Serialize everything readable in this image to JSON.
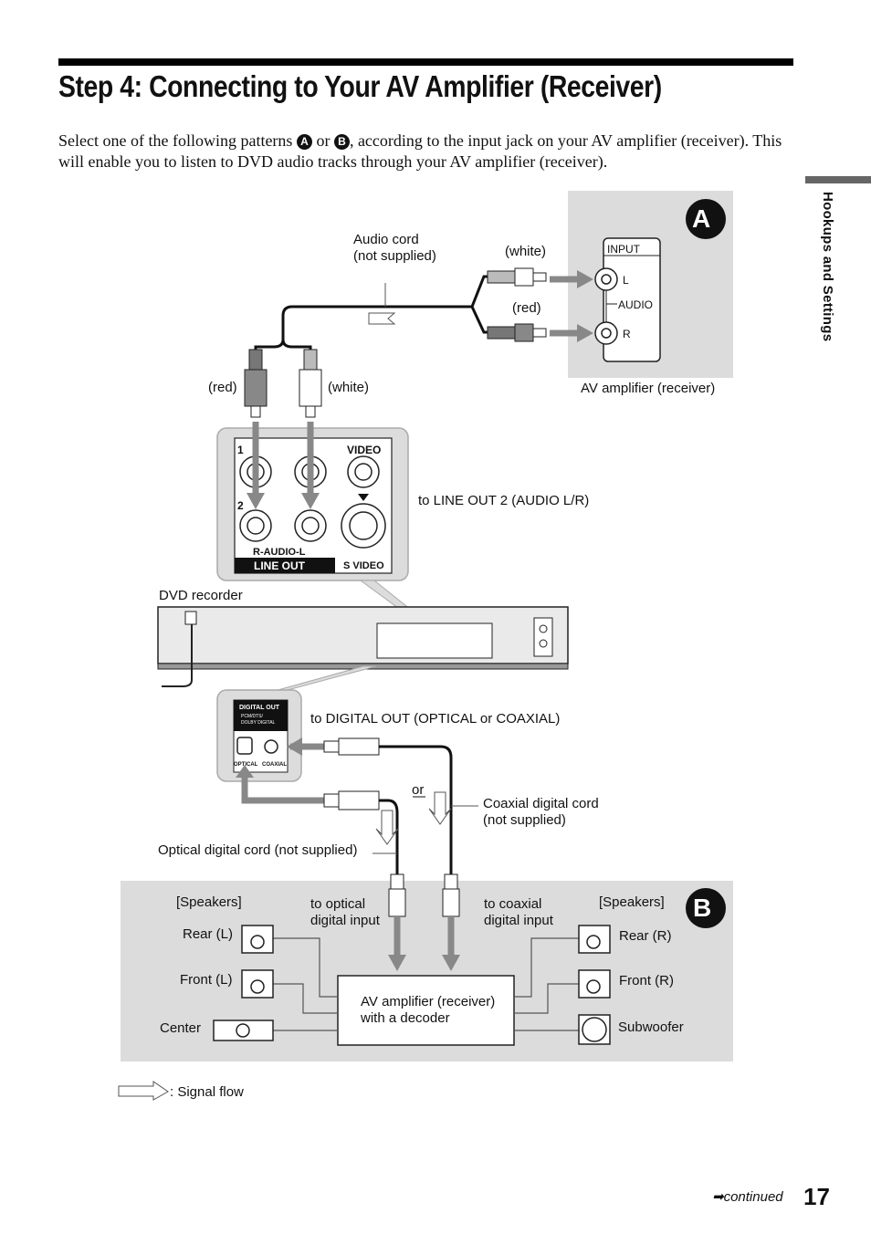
{
  "heading": {
    "title": "Step 4: Connecting to Your AV Amplifier (Receiver)"
  },
  "intro": {
    "part1": "Select one of the following patterns ",
    "pattern_a": "A",
    "or": " or ",
    "pattern_b": "B",
    "part2": ", according to the input jack on your AV amplifier (receiver). This will enable you to listen to DVD audio tracks through your AV amplifier (receiver)."
  },
  "sidebar": {
    "label": "Hookups and Settings"
  },
  "diagram": {
    "badge_a": "A",
    "badge_b": "B",
    "audio_cord": "Audio cord\n(not supplied)",
    "white_top": "(white)",
    "red_top": "(red)",
    "input_panel": {
      "title": "INPUT",
      "l": "L",
      "audio": "AUDIO",
      "r": "R"
    },
    "av_amp_receiver": "AV amplifier (receiver)",
    "red_plug": "(red)",
    "white_plug": "(white)",
    "to_line_out": "to LINE OUT 2 (AUDIO L/R)",
    "line_out_panel": {
      "n1": "1",
      "n2": "2",
      "video": "VIDEO",
      "audio_rl": "R-AUDIO-L",
      "line_out": "LINE OUT",
      "s_video": "S VIDEO"
    },
    "dvd_recorder": "DVD recorder",
    "to_digital_out": "to DIGITAL OUT (OPTICAL or COAXIAL)",
    "digital_panel": {
      "title": "DIGITAL OUT",
      "sub": "PCM/DTS/\nDOLBY DIGITAL",
      "optical": "OPTICAL",
      "coaxial": "COAXIAL"
    },
    "or": "or",
    "coax_cord": "Coaxial digital cord\n(not supplied)",
    "optical_cord": "Optical digital cord (not supplied)",
    "speakers_left": "[Speakers]",
    "speakers_right": "[Speakers]",
    "to_optical": "to optical\ndigital input",
    "to_coaxial": "to coaxial\ndigital input",
    "rear_l": "Rear (L)",
    "front_l": "Front (L)",
    "center": "Center",
    "rear_r": "Rear (R)",
    "front_r": "Front (R)",
    "subwoofer": "Subwoofer",
    "amp_decoder": "AV amplifier (receiver)\nwith a decoder",
    "signal_flow": ": Signal flow"
  },
  "footer": {
    "continued": "continued",
    "arrow": "➡",
    "page": "17"
  }
}
